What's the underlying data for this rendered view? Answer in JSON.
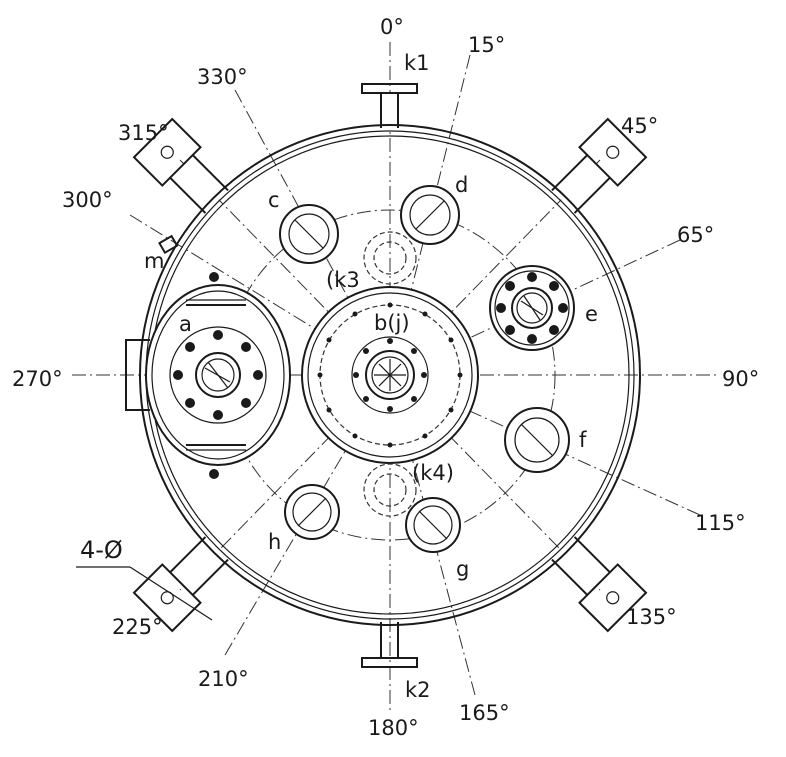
{
  "angles": {
    "a0": "0°",
    "a15": "15°",
    "a45": "45°",
    "a65": "65°",
    "a90": "90°",
    "a115": "115°",
    "a135": "135°",
    "a165": "165°",
    "a180": "180°",
    "a210": "210°",
    "a225": "225°",
    "a270": "270°",
    "a300": "300°",
    "a315": "315°",
    "a330": "330°"
  },
  "nozzles": {
    "k1": "k1",
    "k2": "k2",
    "k3": "(k3",
    "k4": "(k4)",
    "a": "a",
    "b": "b(j)",
    "c": "c",
    "d": "d",
    "e": "e",
    "f": "f",
    "g": "g",
    "h": "h",
    "m": "m"
  },
  "note": "4-Ø"
}
